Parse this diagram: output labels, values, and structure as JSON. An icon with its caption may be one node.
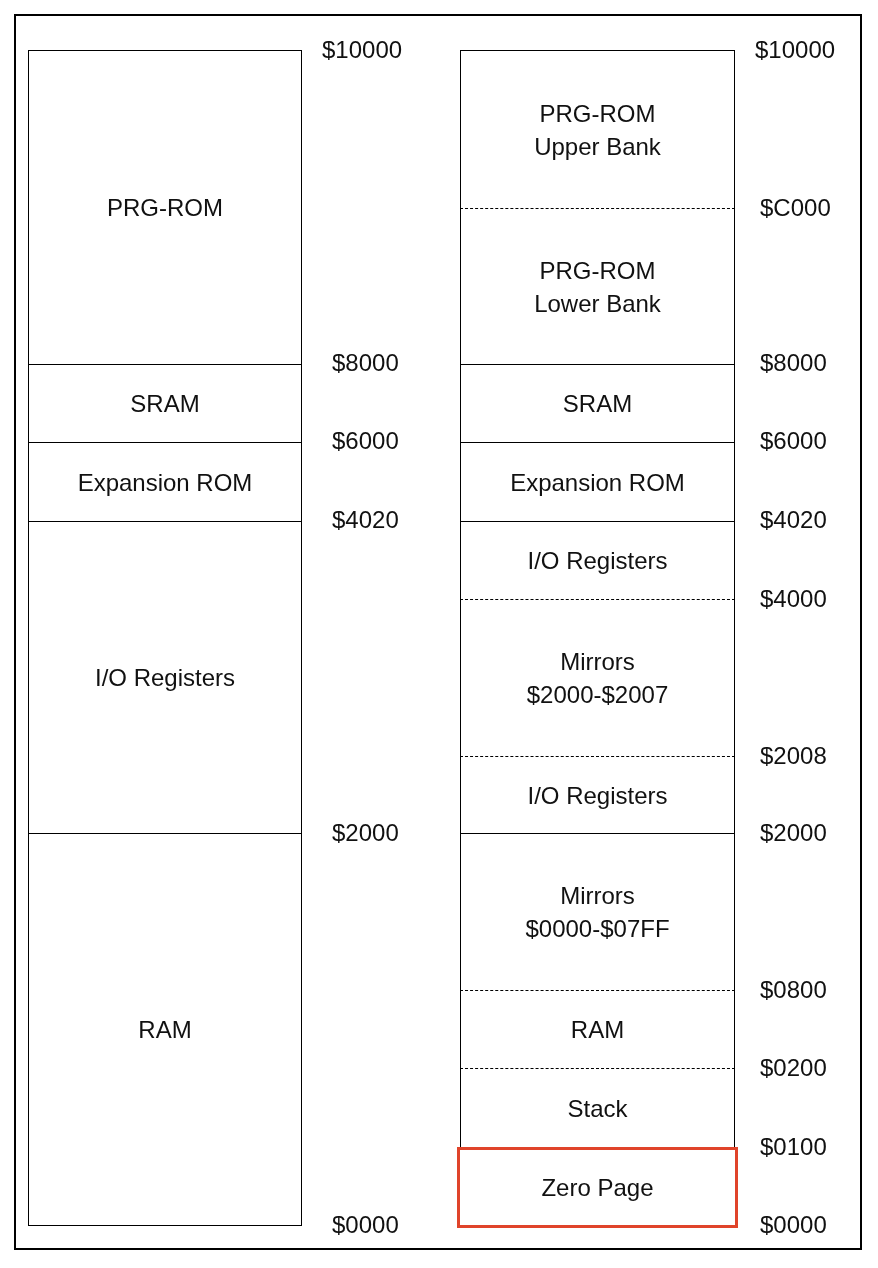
{
  "diagram": {
    "nodes": [
      {
        "text": [
          "PRG-ROM"
        ]
      },
      {
        "text": [
          "SRAM"
        ]
      },
      {
        "text": [
          "Expansion ROM"
        ]
      },
      {
        "text": [
          "I/O Registers"
        ]
      },
      {
        "text": [
          "RAM"
        ]
      },
      {
        "text": [
          "PRG-ROM Upper Bank"
        ]
      },
      {
        "text": [
          "PRG-ROM Lower Bank"
        ]
      },
      {
        "text": [
          "SRAM"
        ]
      },
      {
        "text": [
          "Expansion ROM"
        ]
      },
      {
        "text": [
          "I/O Registers"
        ]
      },
      {
        "text": [
          "Mirrors $2000-$2007"
        ]
      },
      {
        "text": [
          "I/O Registers"
        ]
      },
      {
        "text": [
          "Mirrors $0000-$07FF"
        ]
      },
      {
        "text": [
          "RAM"
        ]
      },
      {
        "text": [
          "Stack"
        ]
      },
      {
        "text": [
          "Zero Page"
        ]
      }
    ],
    "labels": [
      "$10000",
      "$8000",
      "$6000",
      "$4020",
      "$2000",
      "$0000",
      "$10000",
      "$C000",
      "$8000",
      "$6000",
      "$4020",
      "$4000",
      "$2008",
      "$2000",
      "$0800",
      "$0200",
      "$0100",
      "$0000"
    ]
  }
}
